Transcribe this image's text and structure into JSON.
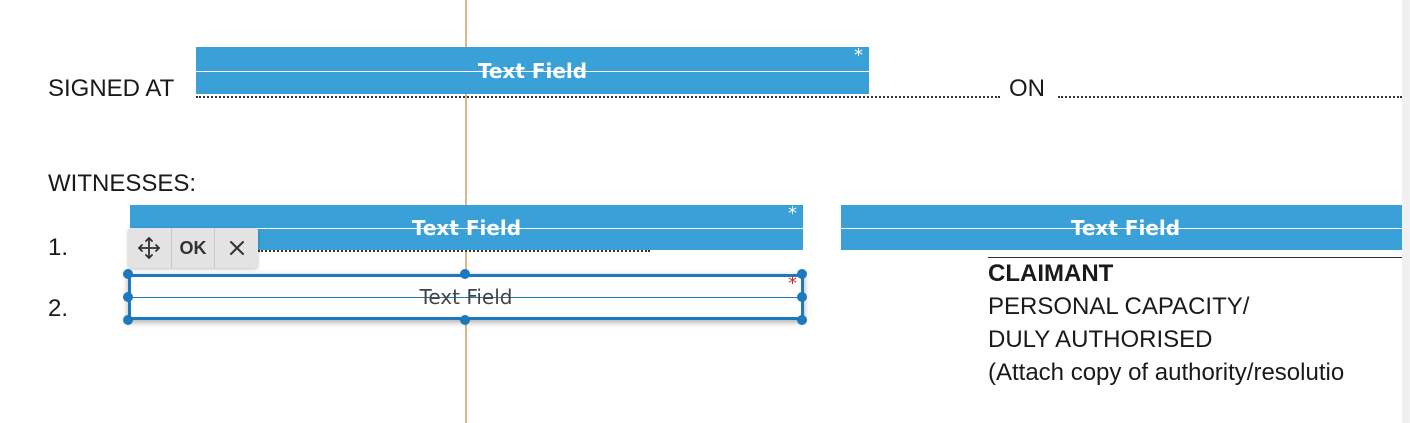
{
  "document": {
    "signed_at_label": "SIGNED AT",
    "on_label": "ON",
    "witnesses_label": "WITNESSES:",
    "witness_1_number": "1.",
    "witness_2_number": "2.",
    "claimant_heading": "CLAIMANT",
    "capacity_line_1": "PERSONAL CAPACITY/",
    "capacity_line_2": "DULY AUTHORISED",
    "attach_note": "(Attach copy of authority/resolutio"
  },
  "fields": {
    "signed_at_field": {
      "label": "Text Field",
      "required_mark": "*"
    },
    "witness_1_field": {
      "label": "Text Field",
      "required_mark": "*"
    },
    "claimant_field": {
      "label": "Text Field"
    },
    "witness_2_field_active": {
      "label": "Text Field",
      "required_mark": "*"
    }
  },
  "field_toolbar": {
    "move_icon": "move-icon",
    "ok_label": "OK",
    "close_icon": "close-icon"
  },
  "colors": {
    "field_fill": "#39a0d8",
    "active_border": "#1d79bd",
    "required_red": "#c0302a",
    "guide_line": "#d8b98a"
  }
}
